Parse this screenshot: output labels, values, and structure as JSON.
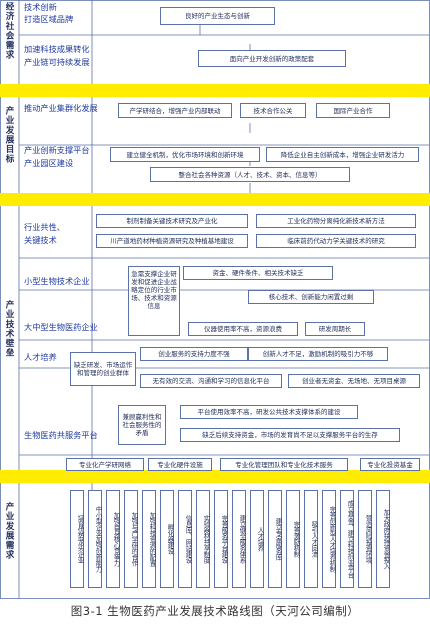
{
  "sections": {
    "econ": "经济社会需求",
    "goals": "产业发展目标",
    "tech": "产业技术壁垒",
    "needs": "产业发展需求"
  },
  "rows": {
    "r1a": "技术创新",
    "r1b": "打造区域品牌",
    "r2a": "加速科技成果转化",
    "r2b": "产业链可持续发展",
    "r3": "推动产业集群化发展",
    "r4a": "产业创新支撑平台",
    "r4b": "产业园区建设",
    "r5a": "行业共性、",
    "r5b": "关键技术",
    "r6": "小型生物技术企业",
    "r7": "大中型生物医药企业",
    "r8": "人才培养",
    "r9": "生物医药共服务平台"
  },
  "boxes": {
    "b_eco": "良好的产业生态与创新",
    "b_policy": "面向产业开发创新的政策配套",
    "b_xuyan": "产学研结合，增强产业内部联动",
    "b_tech_coop": "技术合作公关",
    "b_intl": "国际产业合作",
    "b_mech": "建立健全机制，优化市场环境和创新环境",
    "b_reduce": "降低企业自主创新成本，增强企业研发活力",
    "b_integrate": "整合社会各种资源（人才、技术、资本、信息等）",
    "b_drug": "制剂制备关键技术研究及产业化",
    "b_engin": "工业化药物分离纯化新技术新方法",
    "b_chuan": "川产道地药材种植资源研究及种植基地建设",
    "b_clinic": "临床前药代动力学关键技术的研究",
    "b_strategy": "急需支撑企业研发和促进企业战略定位的行业市场、技术和资源信息",
    "b_fund": "资金、硬件条件、相关技术缺乏",
    "b_core": "核心技术、创新能力闲置过剩",
    "b_equip": "仪器使用率不高，资源浪费",
    "b_cycle": "研发周期长",
    "b_lack": "缺乏研发、市场运作和管理的创业群体",
    "b_service": "创业服务的支持力度不强",
    "b_talent": "创新人才不足，激励机制的吸引力不够",
    "b_exchange": "无有效的交流、沟通和学习的信息化平台",
    "b_capital": "创业者无资金、无场地、无项目桌源",
    "b_dual": "兼顾赢利性和社会服务性的矛盾",
    "b_platform_low": "平台使用效率不高，研发公共技术支撑体系的建设",
    "b_platform_lack": "缺乏后续支持资金，市场的发育尚不足以支撑服务平台的生存",
    "b_net": "专业化产学研网络",
    "b_hw": "专业化硬件设施",
    "b_team": "专业化管理团队和专业化技术服务",
    "b_funds": "专业化投资基金"
  },
  "needs": [
    "培育优势龙头企业",
    "中小型企业加强创新能力",
    "加强自身核心竞争力",
    "加强与产学研的合作",
    "加强科技资源的配置",
    "孵化器建设",
    "信息库、网站建设",
    "实验器材共享制度",
    "完善服务平台建设",
    "建立健全服务体系",
    "人才培养",
    "建立专家服务库",
    "完善激励机制",
    "吸引人才回流",
    "完善创新型人才培养机制",
    "成立基金，建立科技创业平台",
    "营造风险投资环境",
    "加大政府扶持资金投入"
  ],
  "caption": "图3-1 生物医药产业发展技术路线图（天河公司编制）"
}
